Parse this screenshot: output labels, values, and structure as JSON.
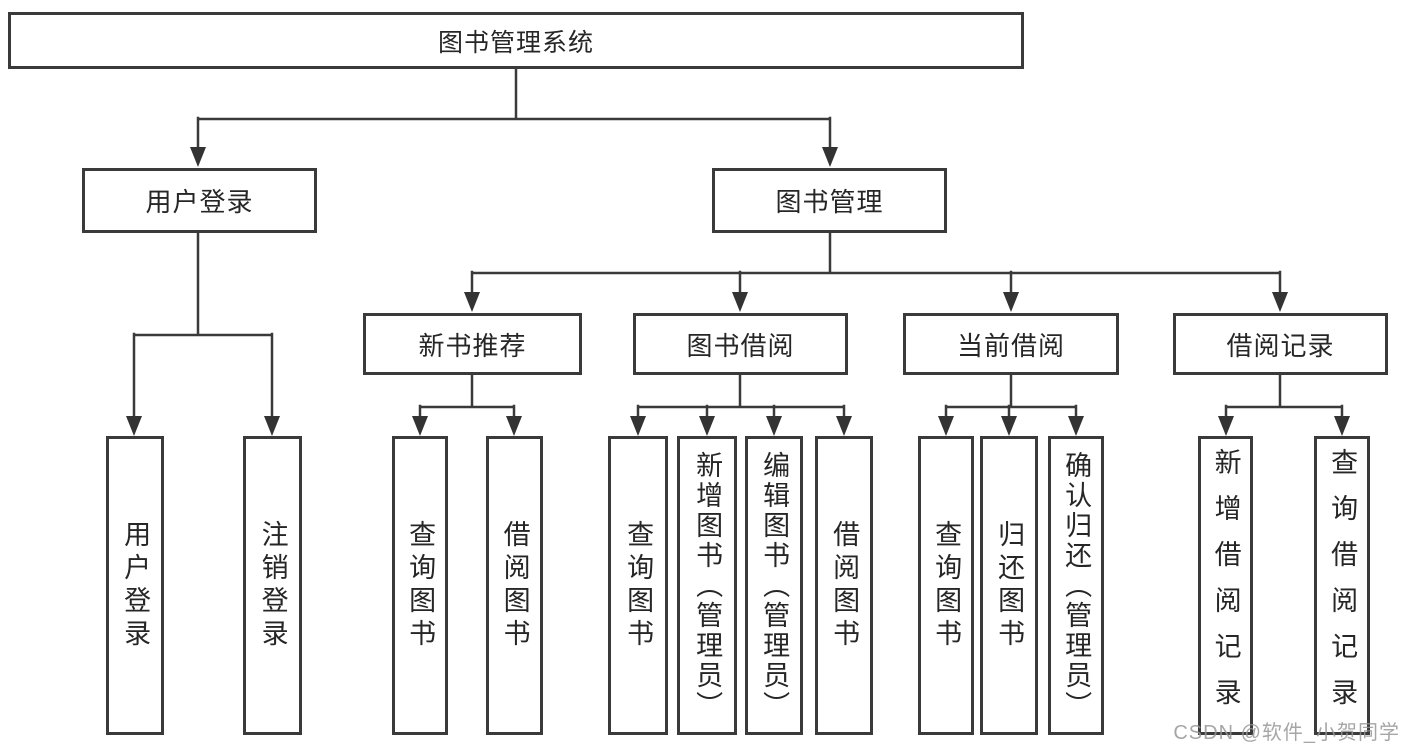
{
  "tree": {
    "root": {
      "label": "图书管理系统"
    },
    "branches": [
      {
        "label": "用户登录",
        "children": [
          {
            "label": "用户登录"
          },
          {
            "label": "注销登录"
          }
        ]
      },
      {
        "label": "图书管理",
        "children": [
          {
            "label": "新书推荐",
            "children": [
              {
                "label": "查询图书"
              },
              {
                "label": "借阅图书"
              }
            ]
          },
          {
            "label": "图书借阅",
            "children": [
              {
                "label": "查询图书"
              },
              {
                "label": "新增图书（管理员）"
              },
              {
                "label": "编辑图书（管理员）"
              },
              {
                "label": "借阅图书"
              }
            ]
          },
          {
            "label": "当前借阅",
            "children": [
              {
                "label": "查询图书"
              },
              {
                "label": "归还图书"
              },
              {
                "label": "确认归还（管理员）"
              }
            ]
          },
          {
            "label": "借阅记录",
            "children": [
              {
                "label": "新增借阅记录"
              },
              {
                "label": "查询借阅记录"
              }
            ]
          }
        ]
      }
    ]
  },
  "watermark": {
    "text": "CSDN @软件_小贺同学"
  },
  "colors": {
    "line": "#3a3a3a",
    "text": "#262626",
    "background": "#ffffff",
    "watermark": "#969696"
  }
}
